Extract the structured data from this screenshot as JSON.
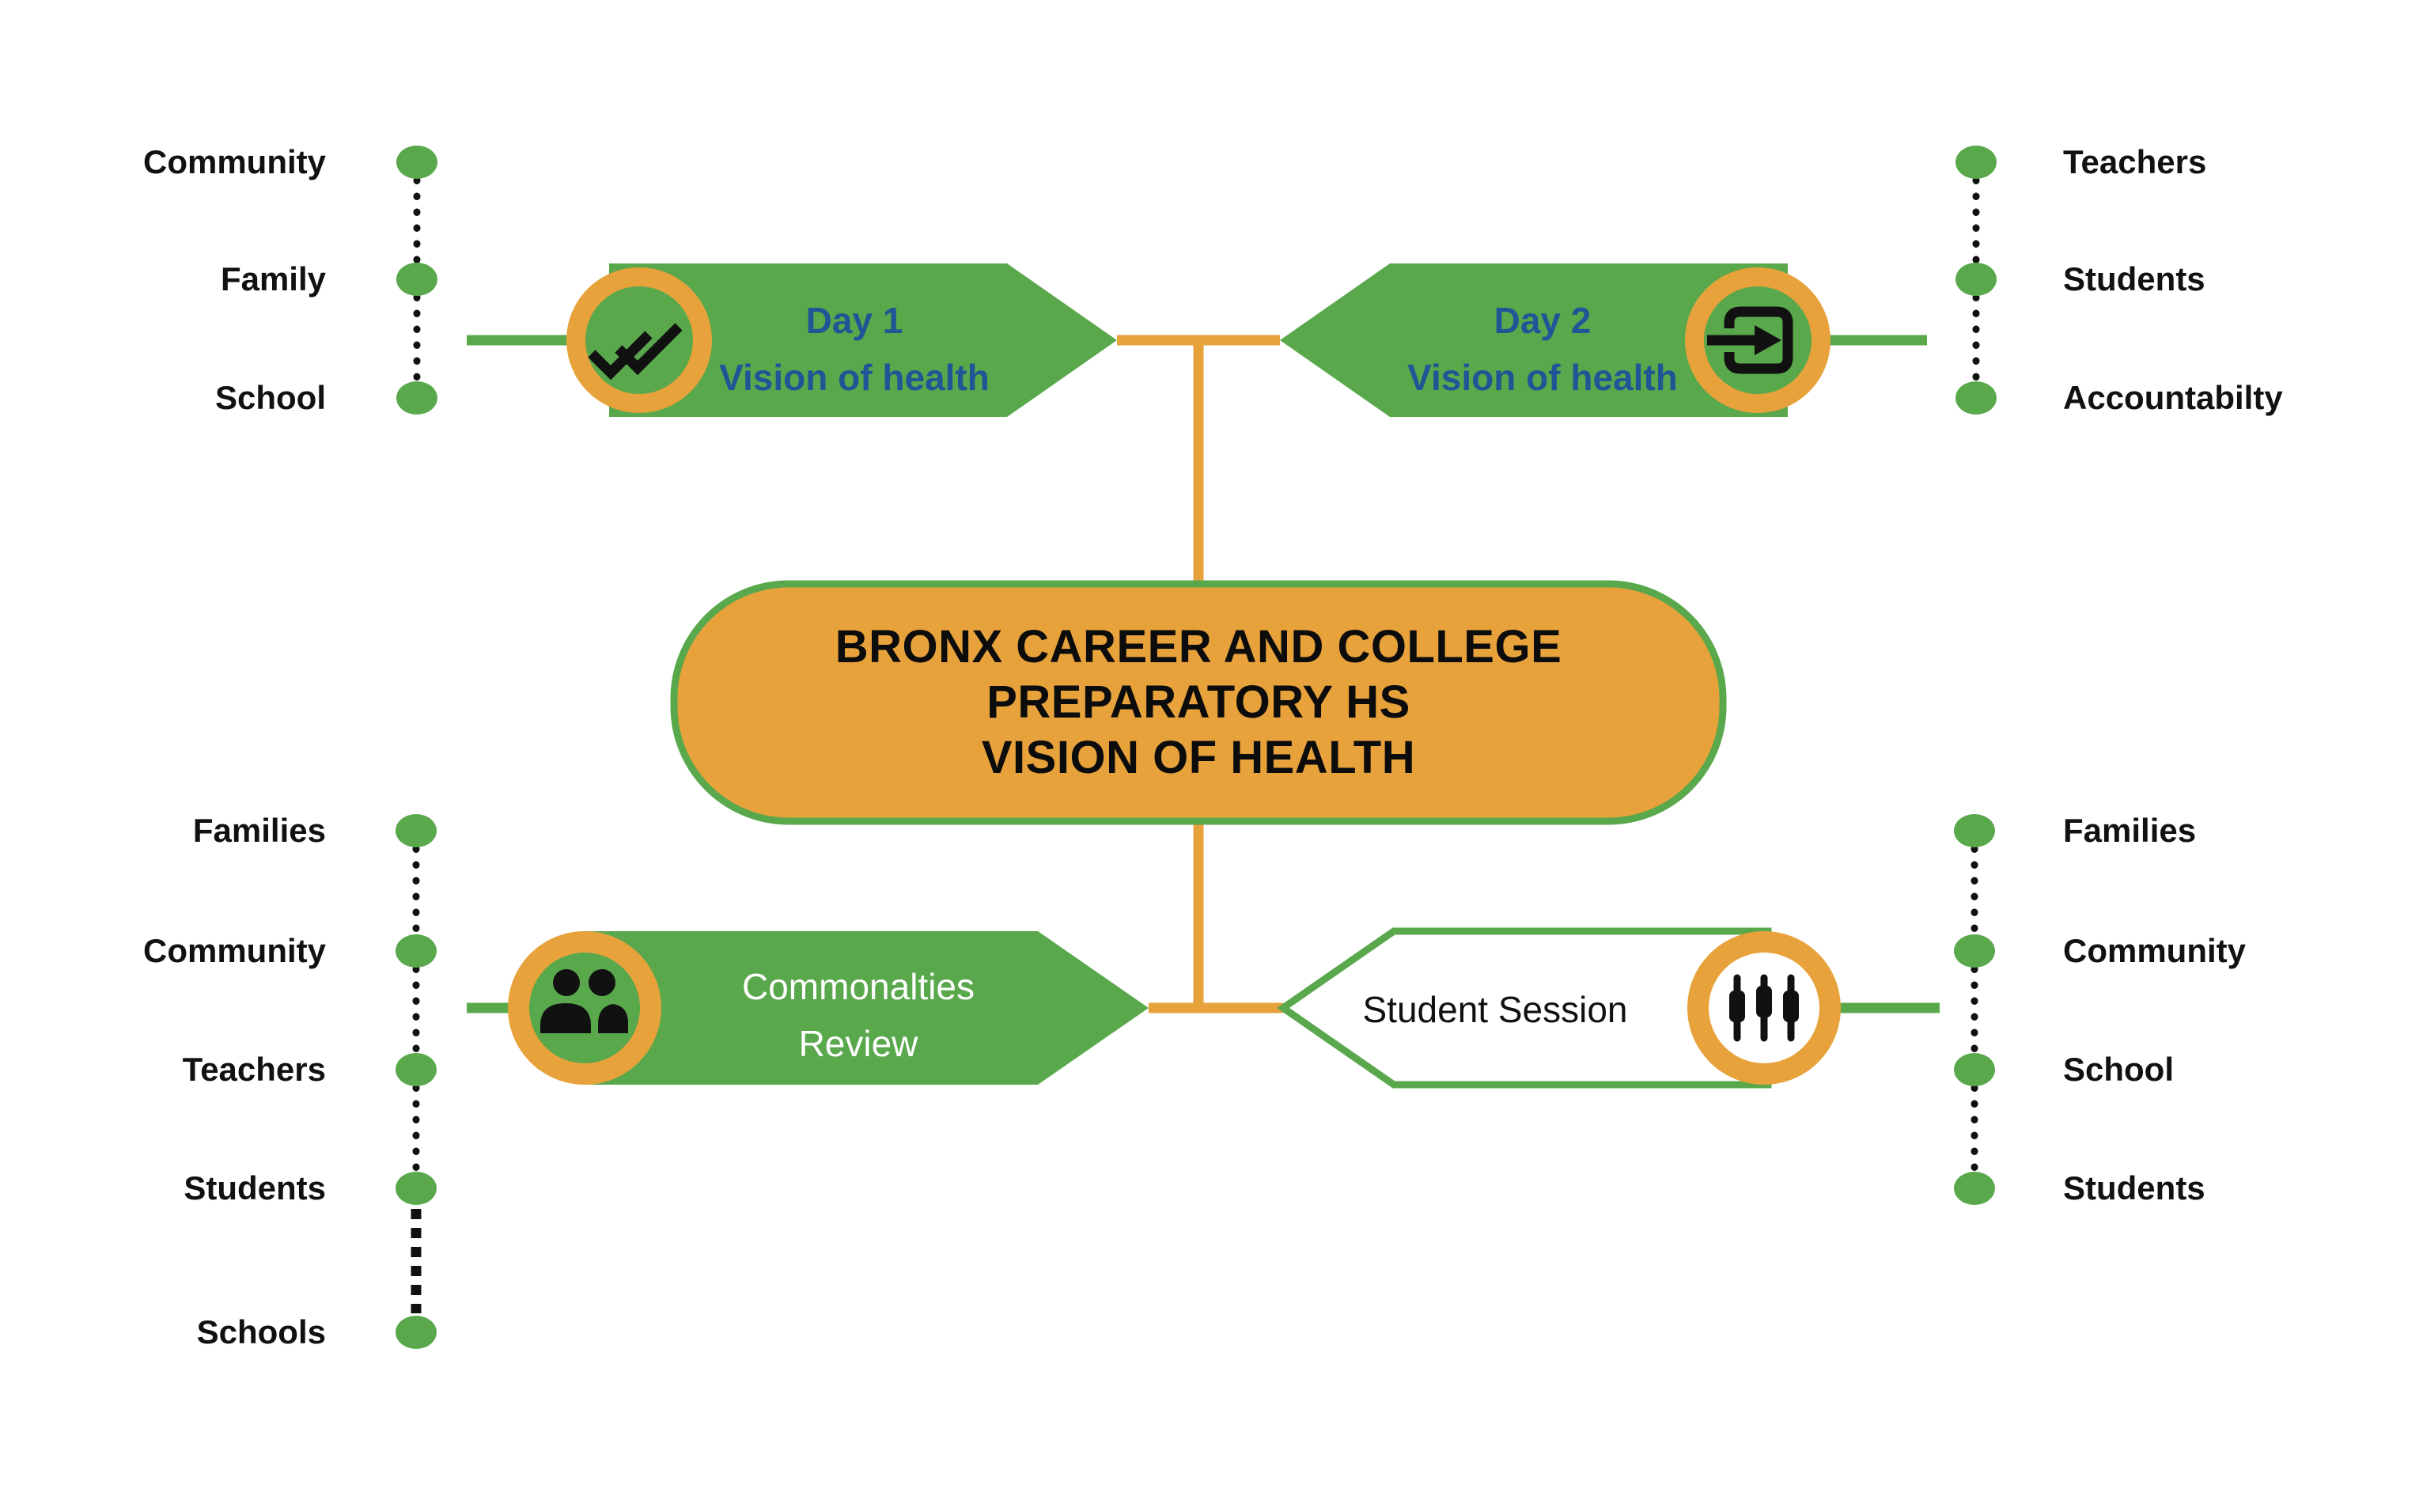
{
  "colors": {
    "green": "#59a84c",
    "orange": "#e8a23b",
    "blue": "#1e5796",
    "ink": "#111111",
    "paper": "#ffffff"
  },
  "center_box": {
    "lines": [
      "BRONX CAREER AND COLLEGE",
      "PREPARATORY HS",
      "VISION OF HEALTH"
    ]
  },
  "nodes": {
    "day1": {
      "line1": "Day 1",
      "line2": "Vision of health",
      "icon": "double-check"
    },
    "day2": {
      "line1": "Day 2",
      "line2": "Vision of health",
      "icon": "exit-arrow"
    },
    "commonalties": {
      "line1": "Commonalties",
      "line2": "Review",
      "icon": "people"
    },
    "student_session": {
      "label": "Student Session",
      "icon": "sliders"
    }
  },
  "lists": {
    "top_left": {
      "items": [
        "Community",
        "Family",
        "School"
      ]
    },
    "top_right": {
      "items": [
        "Teachers",
        "Students",
        "Accountabilty"
      ]
    },
    "bottom_left": {
      "items": [
        "Families",
        "Community",
        "Teachers",
        "Students",
        "Schools"
      ]
    },
    "bottom_right": {
      "items": [
        "Families",
        "Community",
        "School",
        "Students"
      ]
    }
  }
}
